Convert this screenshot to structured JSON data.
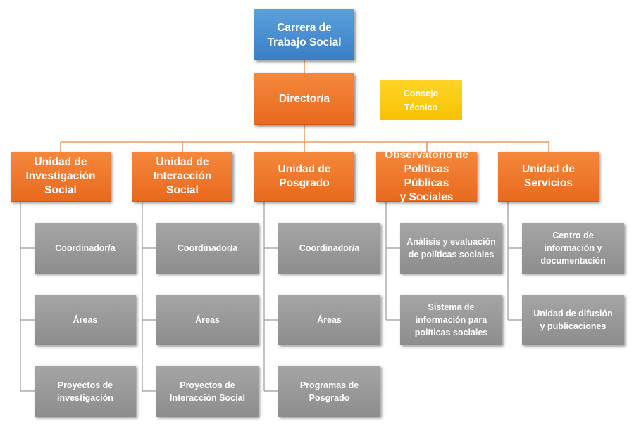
{
  "root": {
    "label": "Carrera de\nTrabajo Social"
  },
  "director": {
    "label": "Director/a"
  },
  "council": {
    "label": "Consejo\nTécnico"
  },
  "units": [
    {
      "label": "Unidad de\nInvestigación\nSocial",
      "children": [
        "Coordinador/a",
        "Áreas",
        "Proyectos de\ninvestigación"
      ]
    },
    {
      "label": "Unidad de\nInteracción Social",
      "children": [
        "Coordinador/a",
        "Áreas",
        "Proyectos de\nInteracción Social"
      ]
    },
    {
      "label": "Unidad de\nPosgrado",
      "children": [
        "Coordinador/a",
        "Áreas",
        "Programas de\nPosgrado"
      ]
    },
    {
      "label": "Observatorio de\nPolíticas Públicas\ny Sociales",
      "children": [
        "Análisis y evaluación\nde políticas sociales",
        "Sistema de\ninformación para\npolíticas sociales"
      ]
    },
    {
      "label": "Unidad de\nServicios",
      "children": [
        "Centro de\ninformación y\ndocumentación",
        "Unidad de difusión\ny publicaciones"
      ]
    }
  ],
  "colors": {
    "root": "#3f84c9",
    "director": "#ee7628",
    "council": "#fbc800",
    "unit": "#ee7628",
    "sub": "#999999",
    "connector": "#e8873f",
    "sub_connector": "#9a9a9a"
  }
}
